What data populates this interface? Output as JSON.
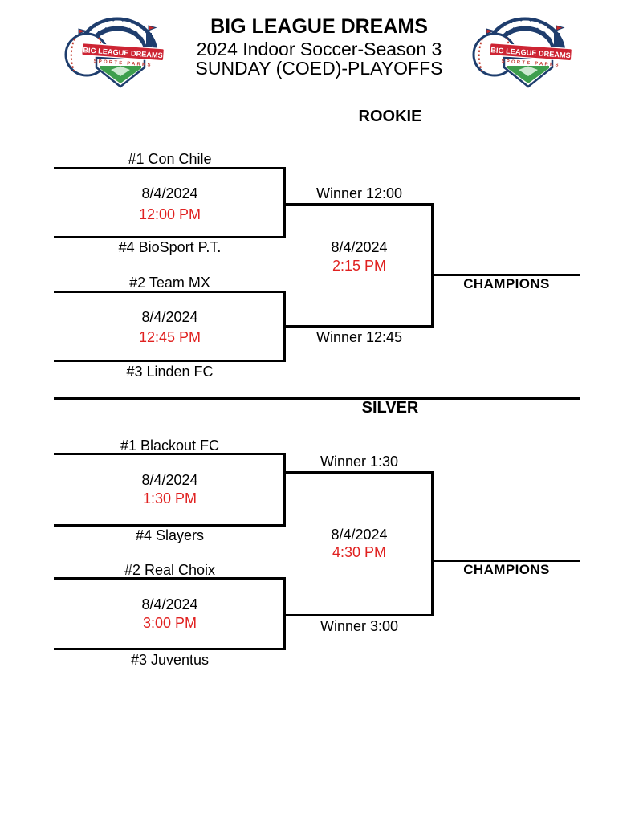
{
  "header": {
    "title": "BIG LEAGUE DREAMS",
    "subtitle_season": "2024 Indoor Soccer-Season 3",
    "subtitle_day": "SUNDAY (COED)-PLAYOFFS"
  },
  "logo": {
    "name": "BIG LEAGUE DREAMS",
    "subtext": "SPORTS PARKS"
  },
  "colors": {
    "time_red": "#e02120",
    "line_black": "#000000",
    "logo_navy": "#1e3d6d",
    "logo_red": "#cd2433",
    "logo_green": "#3e9e4d"
  },
  "brackets": [
    {
      "division": "ROOKIE",
      "matches": [
        {
          "team_top": "#1 Con Chile",
          "date": "8/4/2024",
          "time": "12:00 PM",
          "team_bottom": "#4 BioSport P.T."
        },
        {
          "team_top": "#2 Team MX",
          "date": "8/4/2024",
          "time": "12:45 PM",
          "team_bottom": "#3 Linden FC"
        }
      ],
      "semifinal": {
        "winner_top": "Winner 12:00",
        "date": "8/4/2024",
        "time": "2:15 PM",
        "winner_bottom": "Winner 12:45"
      },
      "champion_label": "CHAMPIONS"
    },
    {
      "division": "SILVER",
      "matches": [
        {
          "team_top": "#1 Blackout FC",
          "date": "8/4/2024",
          "time": "1:30 PM",
          "team_bottom": "#4 Slayers"
        },
        {
          "team_top": "#2 Real Choix",
          "date": "8/4/2024",
          "time": "3:00 PM",
          "team_bottom": "#3 Juventus"
        }
      ],
      "semifinal": {
        "winner_top": "Winner 1:30",
        "date": "8/4/2024",
        "time": "4:30 PM",
        "winner_bottom": "Winner 3:00"
      },
      "champion_label": "CHAMPIONS"
    }
  ]
}
